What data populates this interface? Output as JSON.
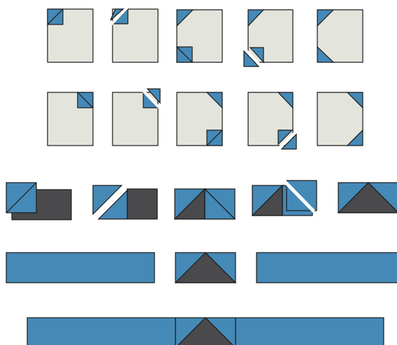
{
  "diagram": {
    "title": "",
    "colors": {
      "background_fabric": "#e3e5dc",
      "blue_fabric": "#4589b7",
      "dark_fabric": "#4a4a4d",
      "outline": "#1a1a1a",
      "cut_gap": "#ffffff"
    },
    "rows": [
      {
        "name": "row-1-top-left-corner",
        "description_steps": [
          "square-with-small-square-top-left",
          "corner-square-sewn-diagonally-trimmed",
          "two-corners-flipped",
          "second-corner-trimmed",
          "finished-block-two-left-corners"
        ]
      },
      {
        "name": "row-2-top-right-corner",
        "description_steps": [
          "square-with-small-square-top-right",
          "corner-square-sewn-diagonally-trimmed",
          "two-corners-flipped",
          "second-corner-trimmed",
          "finished-block-two-right-corners"
        ]
      },
      {
        "name": "row-3-flying-geese",
        "description_steps": [
          "blue-square-on-dark-rectangle",
          "first-corner-trimmed",
          "first-triangle-flipped",
          "second-square-placed",
          "finished-flying-geese"
        ]
      },
      {
        "name": "row-4-geese-with-strips",
        "description_steps": [
          "left-strip",
          "flying-geese-unit",
          "right-strip"
        ]
      },
      {
        "name": "row-5-joined-strip",
        "description_steps": [
          "strip-geese-strip-sewn"
        ]
      }
    ]
  }
}
